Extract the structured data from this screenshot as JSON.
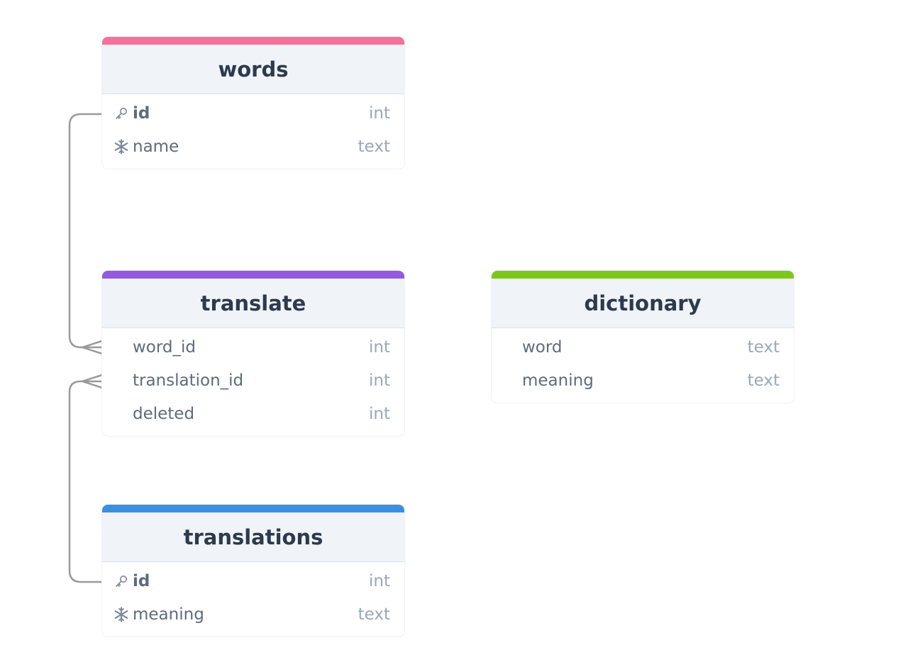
{
  "tables": {
    "words": {
      "name": "words",
      "color": "#f7709b",
      "fields": [
        {
          "name": "id",
          "type": "int",
          "icon": "key-icon",
          "primary": true
        },
        {
          "name": "name",
          "type": "text",
          "icon": "snowflake-icon",
          "primary": false
        }
      ]
    },
    "translate": {
      "name": "translate",
      "color": "#935ae0",
      "fields": [
        {
          "name": "word_id",
          "type": "int"
        },
        {
          "name": "translation_id",
          "type": "int"
        },
        {
          "name": "deleted",
          "type": "int"
        }
      ]
    },
    "translations": {
      "name": "translations",
      "color": "#3a90de",
      "fields": [
        {
          "name": "id",
          "type": "int",
          "icon": "key-icon",
          "primary": true
        },
        {
          "name": "meaning",
          "type": "text",
          "icon": "snowflake-icon",
          "primary": false
        }
      ]
    },
    "dictionary": {
      "name": "dictionary",
      "color": "#7ec71a",
      "fields": [
        {
          "name": "word",
          "type": "text"
        },
        {
          "name": "meaning",
          "type": "text"
        }
      ]
    }
  },
  "relations": [
    {
      "from": "words.id",
      "to": "translate.word_id",
      "cardinality": "one-to-many"
    },
    {
      "from": "translations.id",
      "to": "translate.translation_id",
      "cardinality": "one-to-many"
    }
  ],
  "colors": {
    "relation_line": "#9a9a9a"
  }
}
